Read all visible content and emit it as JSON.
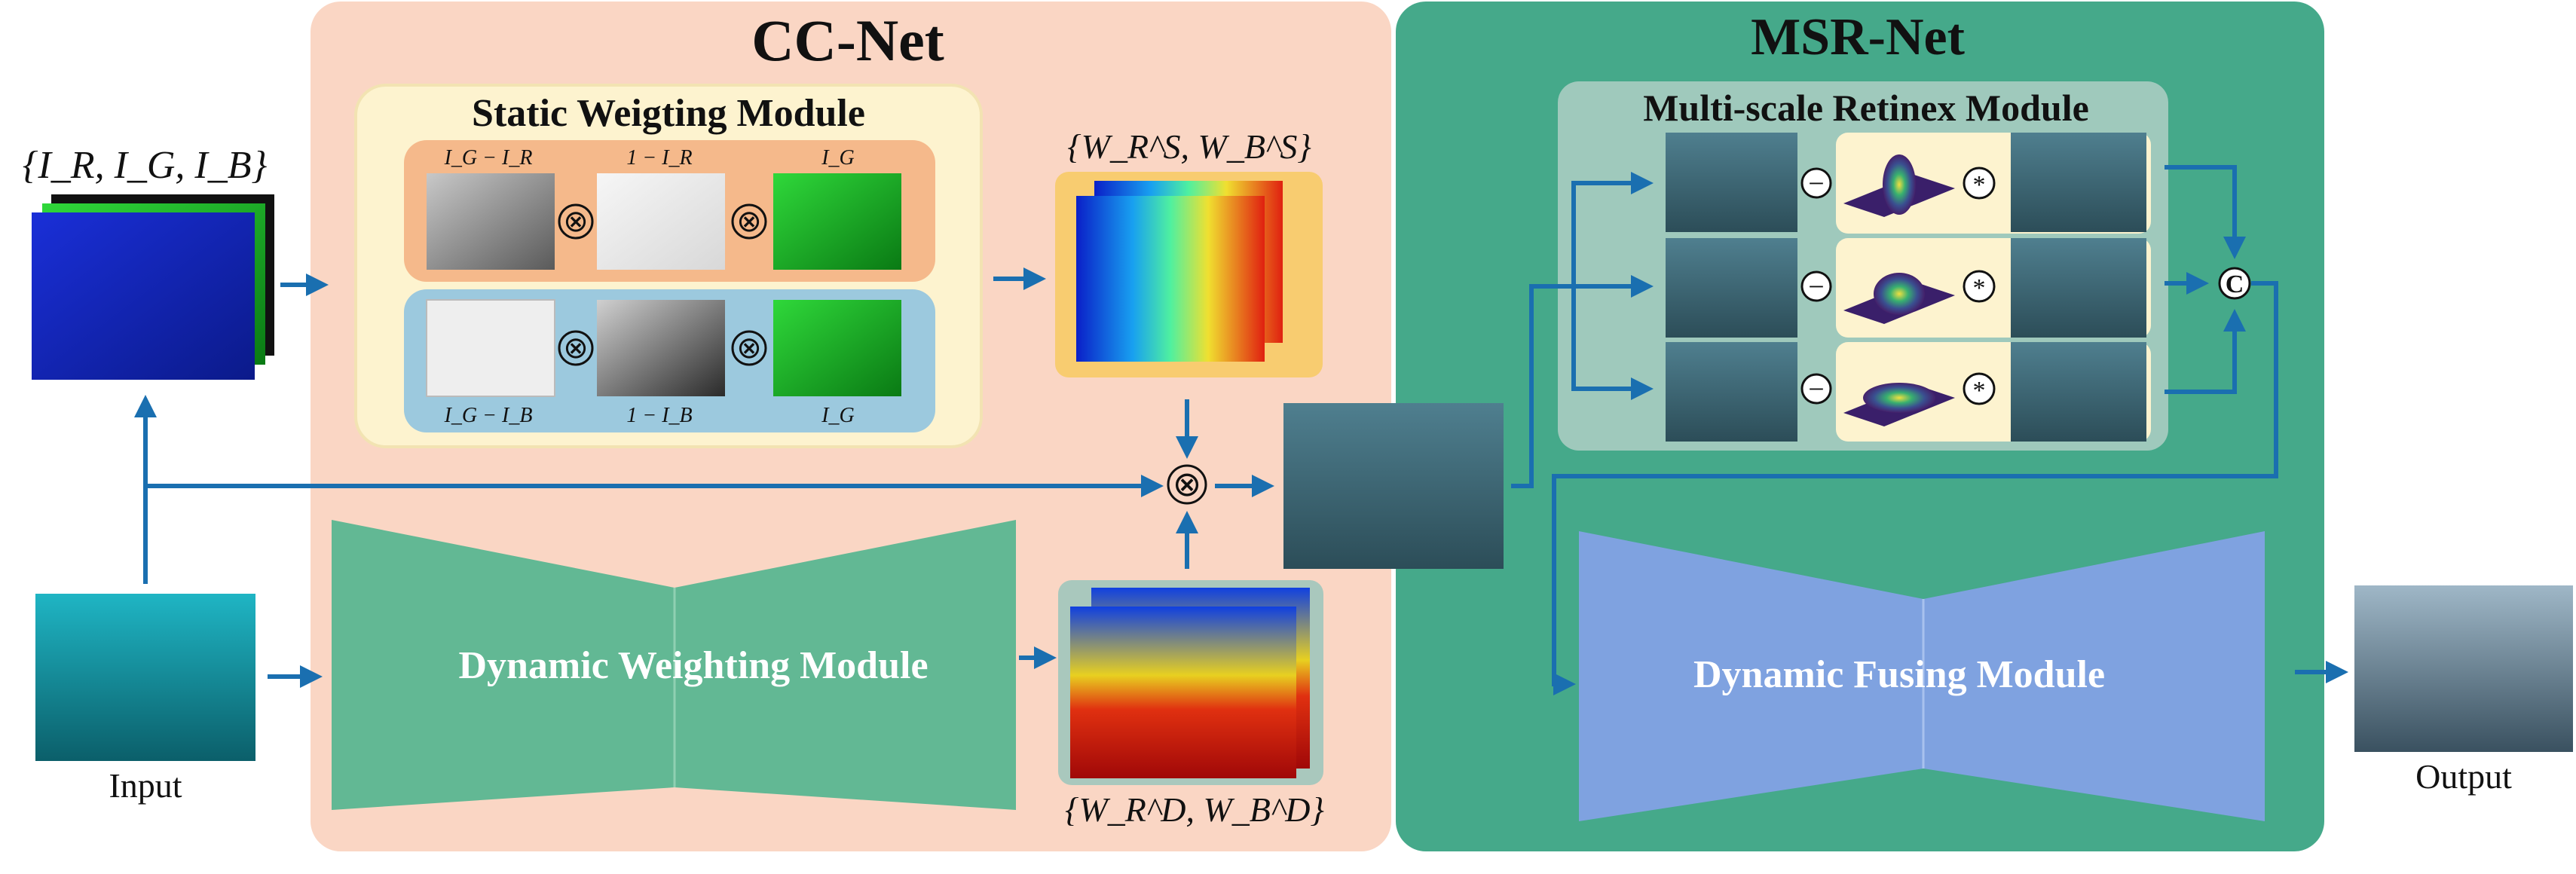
{
  "cc_net": {
    "title": "CC-Net"
  },
  "msr_net": {
    "title": "MSR-Net"
  },
  "static_module": {
    "title": "Static Weigting Module",
    "top_labels": [
      "I_G − I_R",
      "1 − I_R",
      "I_G"
    ],
    "bottom_labels": [
      "I_G − I_B",
      "1 − I_B",
      "I_G"
    ],
    "multiply_symbol": "⊗"
  },
  "static_weights_label": "{W_R^S, W_B^S}",
  "dynamic_weights_label": "{W_R^D, W_B^D}",
  "channels_label": "{I_R, I_G, I_B}",
  "dynamic_weighting_module": {
    "title": "Dynamic Weighting Module"
  },
  "retinex_module": {
    "title": "Multi-scale Retinex Module",
    "minus_symbol": "−",
    "conv_symbol": "*",
    "concat_symbol": "C"
  },
  "dynamic_fusing_module": {
    "title": "Dynamic Fusing Module"
  },
  "input_label": "Input",
  "output_label": "Output",
  "colors": {
    "cc_net_bg": "#fad6c4",
    "msr_net_bg": "#45a98a",
    "static_module_bg": "#fdf3cf",
    "retinex_module_bg": "#9fc9bc",
    "dynamic_weighting": "#62b894",
    "dynamic_fusing": "#7fa2e0",
    "arrow": "#1a6fb0"
  }
}
